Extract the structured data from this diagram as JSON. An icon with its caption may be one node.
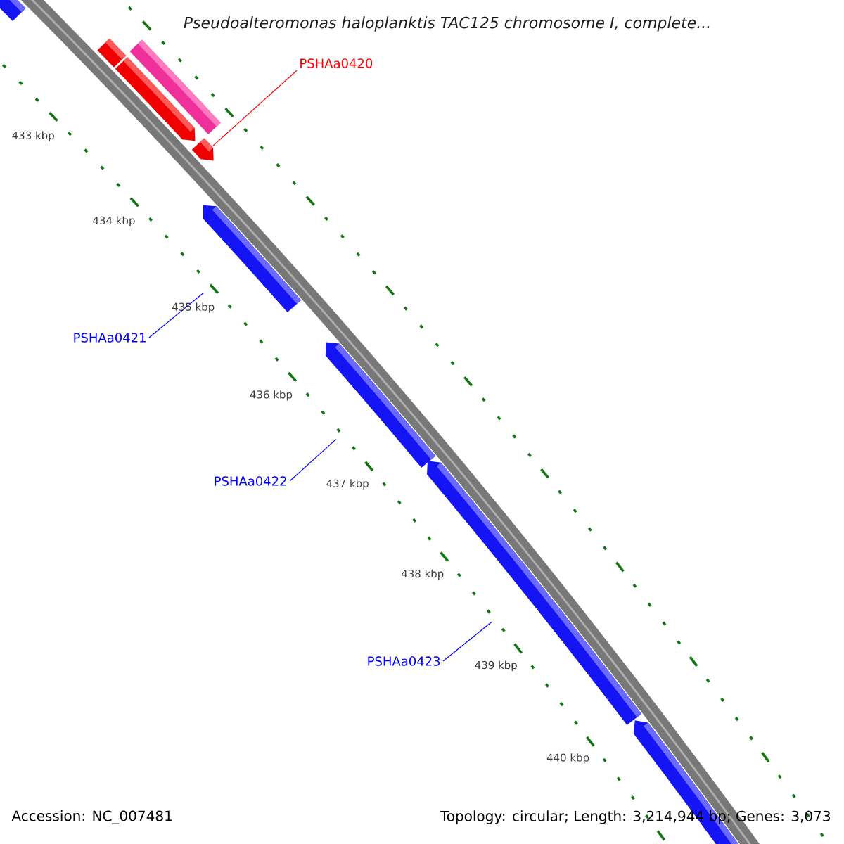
{
  "diagram": {
    "title": "Pseudoalteromonas haloplanktis TAC125 chromosome I, complete...",
    "nodes": [
      {
        "text": [],
        "shape": "bar"
      },
      {
        "text": [],
        "shape": "bar"
      },
      {
        "text": [],
        "shape": "bar"
      },
      {
        "text": [],
        "shape": "bar"
      },
      {
        "text": [],
        "shape": "bar"
      },
      {
        "text": [
          "PSHAa0420"
        ]
      },
      {
        "text": [],
        "shape": "bar"
      },
      {
        "text": [
          "PSHAa0421"
        ]
      },
      {
        "text": [],
        "shape": "bar"
      },
      {
        "text": [
          "PSHAa0422"
        ]
      },
      {
        "text": [],
        "shape": "bar"
      },
      {
        "text": [
          "PSHAa0423"
        ]
      },
      {
        "text": [],
        "shape": "bar"
      }
    ],
    "edges": [
      {
        "from": 5,
        "to": 4,
        "arrow": "none",
        "color": "#ff0000"
      },
      {
        "from": 7,
        "to": 6,
        "arrow": "none"
      },
      {
        "from": 9,
        "to": 8,
        "arrow": "none"
      },
      {
        "from": 11,
        "to": 10,
        "arrow": "none"
      }
    ],
    "labels": [
      "433 kbp",
      "434 kbp",
      "435 kbp",
      "436 kbp",
      "437 kbp",
      "438 kbp",
      "439 kbp",
      "440 kbp",
      "Accession: NC_007481",
      "Topology: circular; Length: 3,214,944 bp; Genes: 3,073"
    ]
  }
}
